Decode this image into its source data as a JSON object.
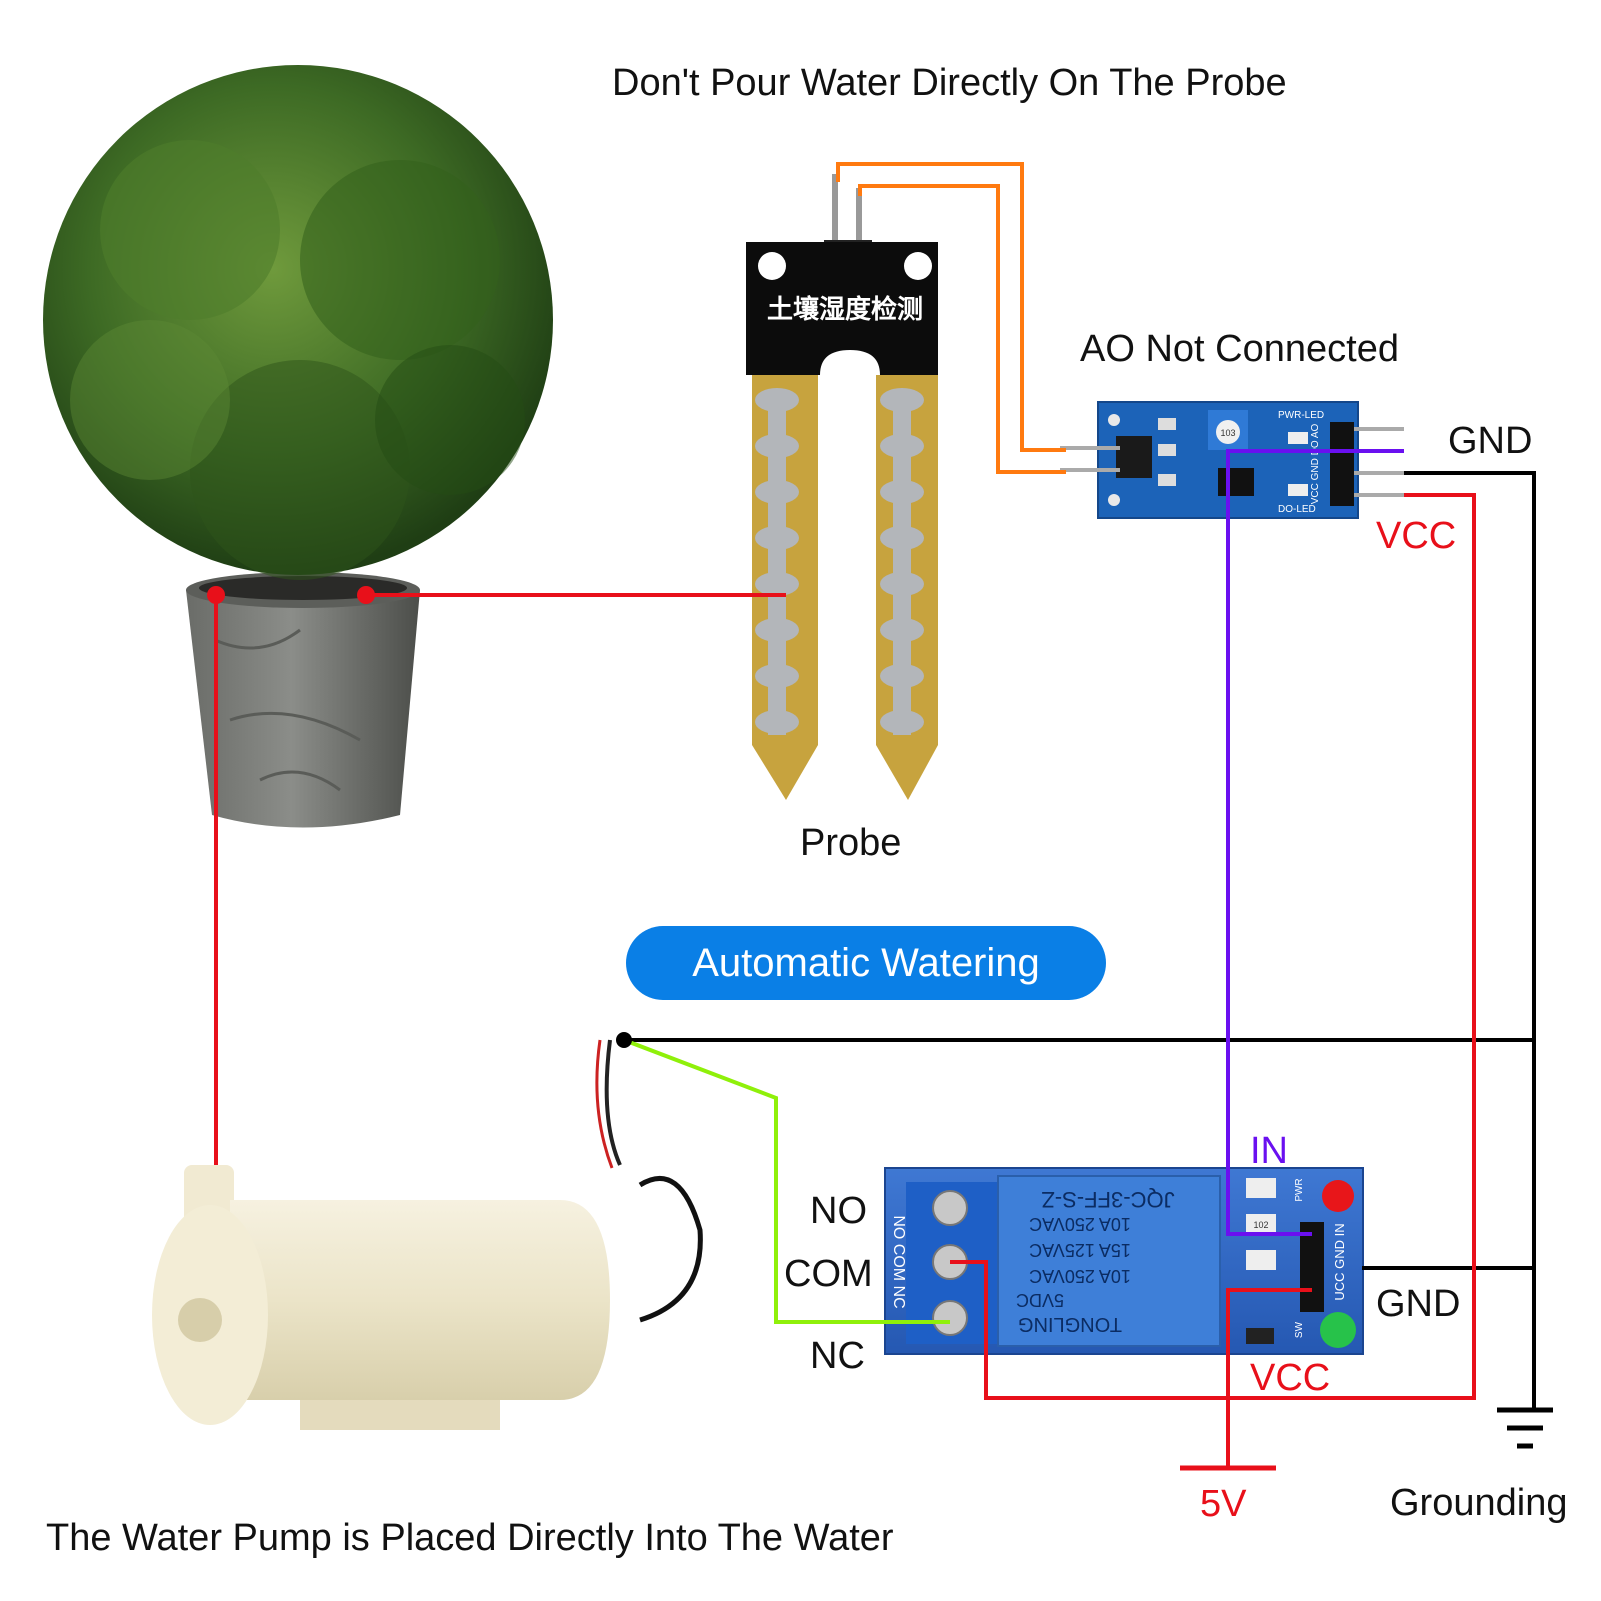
{
  "title": "Don't Pour Water Directly On The Probe",
  "labels": {
    "ao_not_connected": "AO Not Connected",
    "gnd_sensor": "GND",
    "vcc_sensor": "VCC",
    "probe": "Probe",
    "automatic_watering": "Automatic Watering",
    "in": "IN",
    "no": "NO",
    "com": "COM",
    "nc": "NC",
    "gnd_relay": "GND",
    "vcc_relay": "VCC",
    "five_v": "5V",
    "grounding": "Grounding",
    "pump_caption": "The Water Pump is Placed Directly Into The Water"
  },
  "board_text": {
    "probe_chinese": "土壤湿度检测",
    "pwr_led": "PWR-LED",
    "do_led": "DO-LED",
    "sensor_pins": "VCC GND DO AO",
    "relay_model": "JQC-3FF-S-Z",
    "relay_rating_1": "10A 250VAC",
    "relay_rating_2": "15A 125VAC",
    "relay_rating_3": "10A 250VAC",
    "relay_coil": "5VDC",
    "relay_brand": "TONGLING",
    "relay_pins": "UCC GND IN",
    "relay_pwr": "PWR",
    "relay_sw": "SW",
    "relay_terminals": "NO COM NC",
    "pot_code": "103",
    "smd_code": "102"
  },
  "colors": {
    "wire_red": "#e8101a",
    "wire_purple": "#6a10f0",
    "wire_orange": "#ff7a10",
    "wire_green": "#8ff00a",
    "wire_black": "#000000",
    "pill_blue": "#0a7fe6",
    "pcb_blue": "#1c63b8",
    "probe_gold": "#c7a33e"
  },
  "icons": [
    "plant-pot",
    "soil-moisture-probe",
    "sensor-module",
    "relay-module",
    "water-pump",
    "ground-symbol"
  ]
}
